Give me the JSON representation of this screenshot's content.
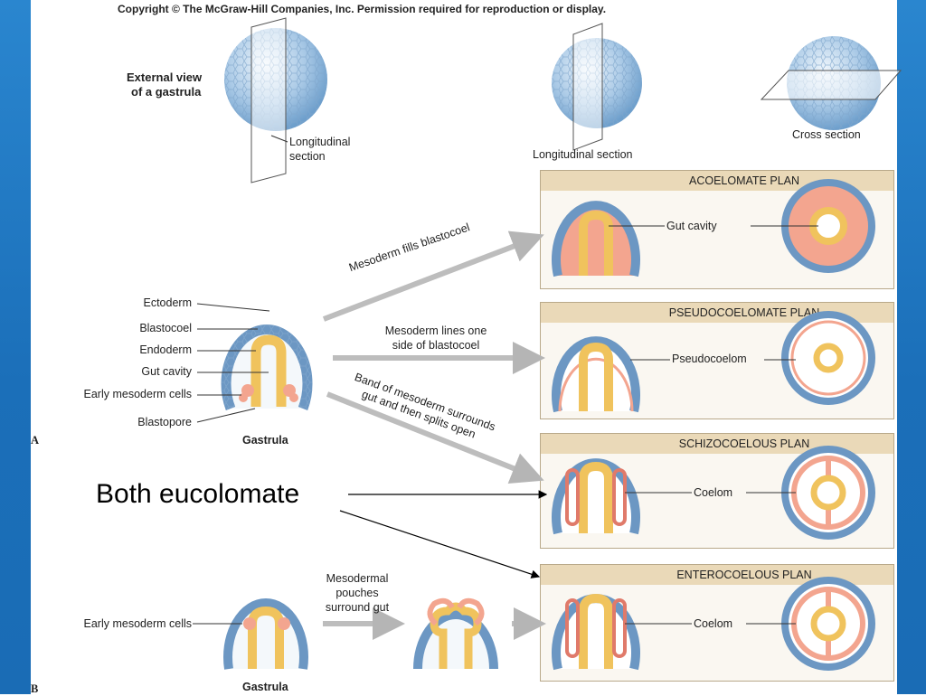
{
  "copyright": "Copyright © The McGraw-Hill Companies, Inc. Permission required for reproduction or display.",
  "top": {
    "external_view": "External view of a gastrula",
    "external_view_l1": "External view",
    "external_view_l2": "of a gastrula",
    "longitudinal_l1": "Longitudinal",
    "longitudinal_l2": "section",
    "longitudinal_section": "Longitudinal section",
    "cross_section": "Cross section"
  },
  "gastrula": {
    "ectoderm": "Ectoderm",
    "blastocoel": "Blastocoel",
    "endoderm": "Endoderm",
    "gut_cavity": "Gut cavity",
    "early_mesoderm": "Early mesoderm cells",
    "blastopore": "Blastopore",
    "title": "Gastrula",
    "panel_a": "A",
    "panel_b": "B"
  },
  "arrows": {
    "fills": "Mesoderm fills blastocoel",
    "lines_l1": "Mesoderm lines one",
    "lines_l2": "side of blastocoel",
    "band_l1": "Band of mesoderm surrounds",
    "band_l2": "gut and then splits open",
    "pouches_l1": "Mesodermal",
    "pouches_l2": "pouches",
    "pouches_l3": "surround gut"
  },
  "plans": [
    {
      "title": "ACOELOMATE PLAN",
      "label": "Gut cavity"
    },
    {
      "title": "PSEUDOCOELOMATE PLAN",
      "label": "Pseudocoelom"
    },
    {
      "title": "SCHIZOCOELOUS PLAN",
      "label": "Coelom"
    },
    {
      "title": "ENTEROCOELOUS PLAN",
      "label": "Coelom"
    }
  ],
  "bottom": {
    "early_mesoderm": "Early mesoderm cells",
    "gastrula": "Gastrula"
  },
  "annotation": "Both eucolomate",
  "colors": {
    "background": "#1b6fb9",
    "ectoderm": "#cfe3f2",
    "endoderm": "#f5d27a",
    "mesoderm": "#f3a58f",
    "panel_header": "#ead9b8"
  }
}
